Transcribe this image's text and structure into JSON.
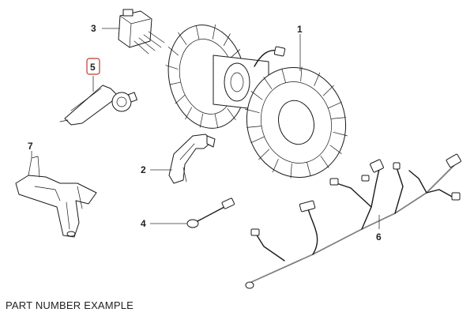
{
  "callouts": [
    {
      "id": "1",
      "label": "1",
      "part": "blower-motor-assembly",
      "highlighted": false
    },
    {
      "id": "2",
      "label": "2",
      "part": "mounting-bracket",
      "highlighted": false
    },
    {
      "id": "3",
      "label": "3",
      "part": "blower-resistor",
      "highlighted": false
    },
    {
      "id": "4",
      "label": "4",
      "part": "sensor-lead",
      "highlighted": false
    },
    {
      "id": "5",
      "label": "5",
      "part": "actuator-motor",
      "highlighted": true
    },
    {
      "id": "6",
      "label": "6",
      "part": "wiring-harness",
      "highlighted": false
    },
    {
      "id": "7",
      "label": "7",
      "part": "housing-bracket",
      "highlighted": false
    }
  ],
  "caption": "PART NUMBER EXAMPLE",
  "colors": {
    "highlight_box": "#c0392b",
    "line_art": "#1a1a1a",
    "label_text": "#222222",
    "background": "#ffffff"
  }
}
